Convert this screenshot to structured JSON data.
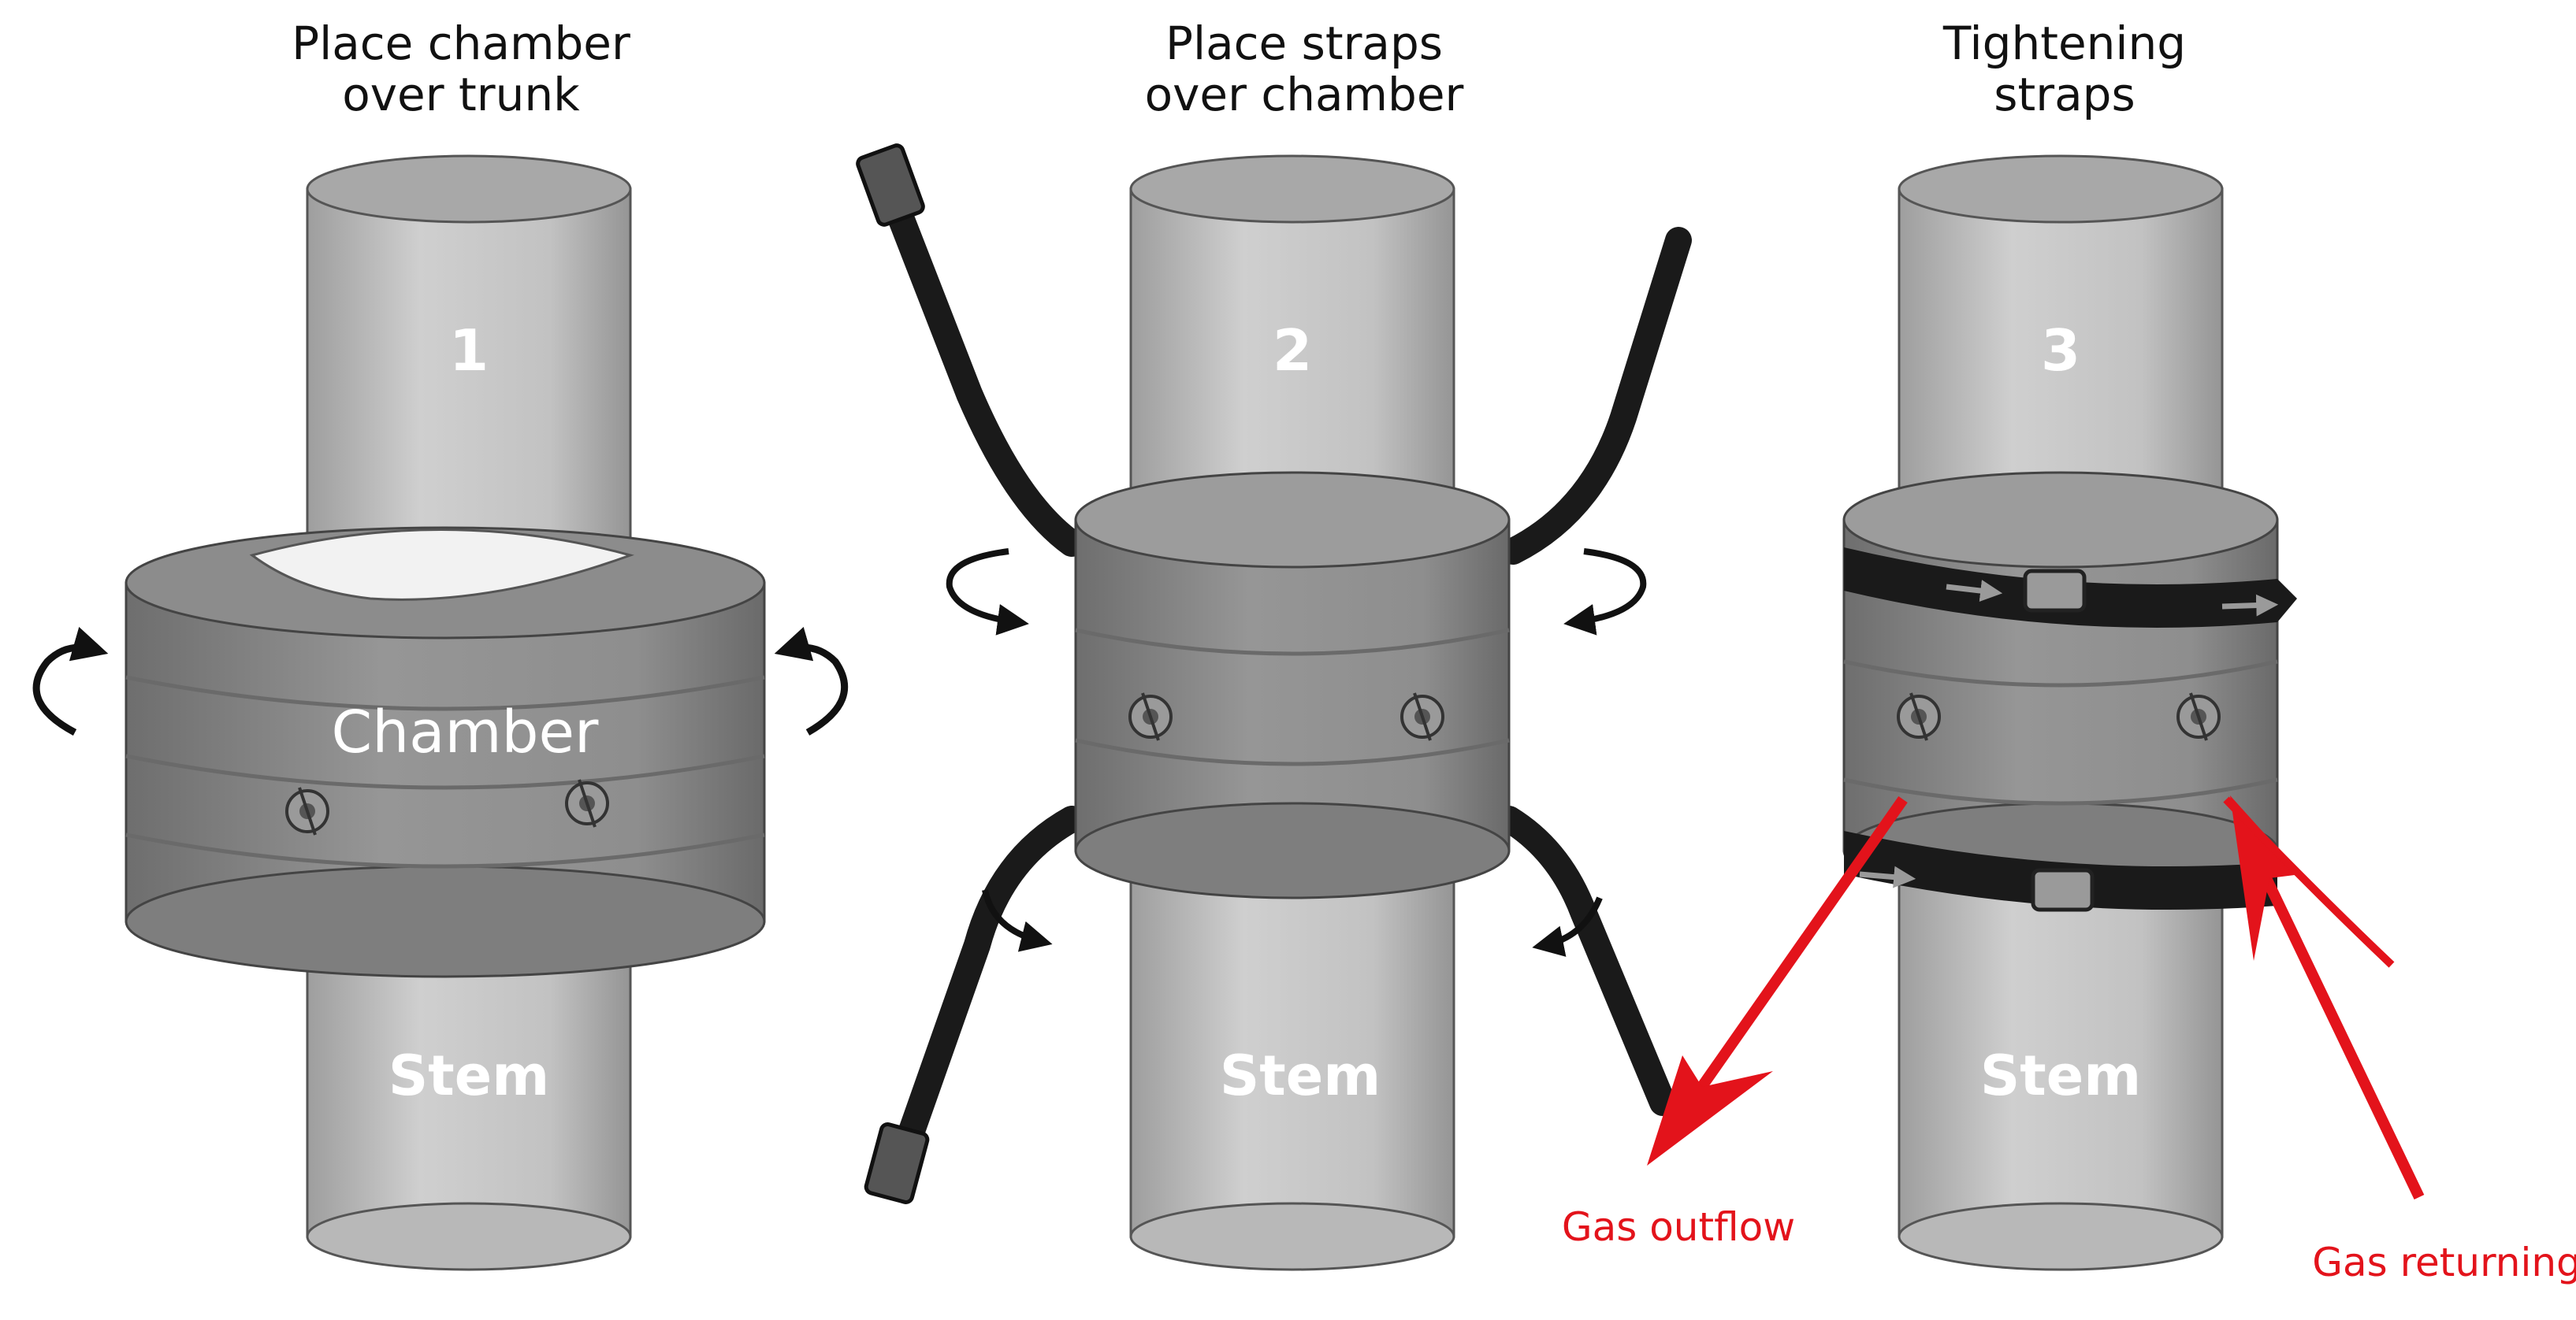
{
  "panels": [
    {
      "title_line1": "Place chamber",
      "title_line2": "over trunk",
      "number": "1",
      "stem_label": "Stem",
      "chamber_label": "Chamber"
    },
    {
      "title_line1": "Place straps",
      "title_line2": "over chamber",
      "number": "2",
      "stem_label": "Stem"
    },
    {
      "title_line1": "Tightening",
      "title_line2": "straps",
      "number": "3",
      "stem_label": "Stem"
    }
  ],
  "annotations": {
    "gas_outflow": "Gas outflow",
    "gas_returning": "Gas returning"
  },
  "colors": {
    "annotation_red": "#e3131b",
    "strap": "#1a1a1a",
    "chamber": "#8a8a8a",
    "stem": "#c4c4c4"
  },
  "icons": [
    "rotate-arrow-icon",
    "valve-icon",
    "strap-buckle-icon",
    "strap-direction-arrow-icon"
  ]
}
